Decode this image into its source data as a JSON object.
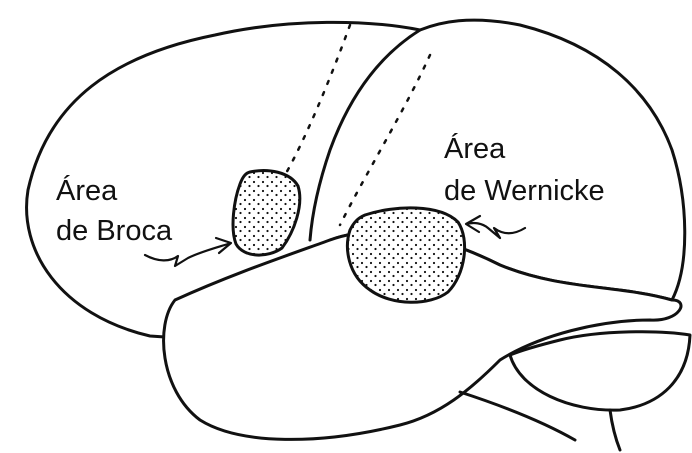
{
  "labels": {
    "broca_line1": "Área",
    "broca_line2": "de Broca",
    "wernicke_line1": "Área",
    "wernicke_line2": "de Wernicke"
  },
  "colors": {
    "ink": "#111111",
    "background": "#ffffff"
  }
}
